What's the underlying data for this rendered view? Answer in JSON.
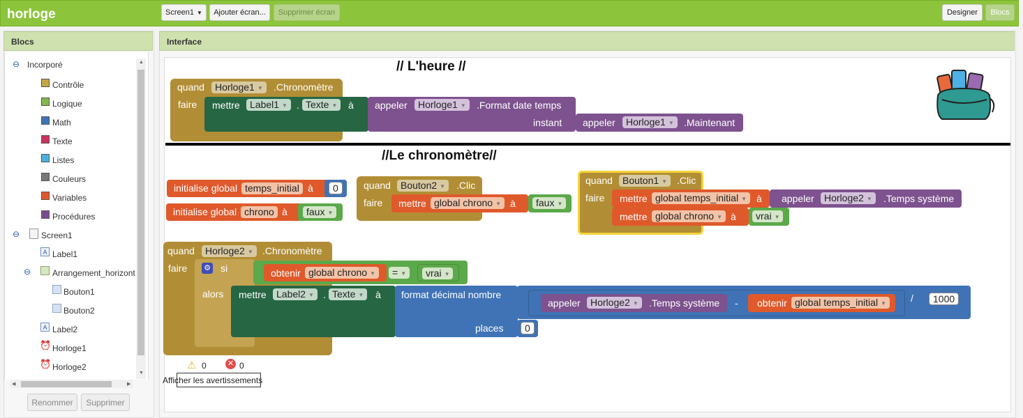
{
  "app": {
    "title": "horloge"
  },
  "toolbar": {
    "screen": "Screen1",
    "add_screen": "Ajouter écran...",
    "remove_screen": "Supprimer écran",
    "designer": "Designer",
    "blocks": "Blocs"
  },
  "blocks_panel": {
    "title": "Blocs",
    "builtin_label": "Incorporé",
    "builtin": [
      {
        "label": "Contrôle",
        "color": "#c6a545"
      },
      {
        "label": "Logique",
        "color": "#84b84e"
      },
      {
        "label": "Math",
        "color": "#3f73b5"
      },
      {
        "label": "Texte",
        "color": "#c8345e"
      },
      {
        "label": "Listes",
        "color": "#4fb0e0"
      },
      {
        "label": "Couleurs",
        "color": "#777777"
      },
      {
        "label": "Variables",
        "color": "#e0592b"
      },
      {
        "label": "Procédures",
        "color": "#7a4c92"
      }
    ],
    "screen": "Screen1",
    "components": {
      "label1": "Label1",
      "arrangement": "Arrangement_horizont",
      "bouton1": "Bouton1",
      "bouton2": "Bouton2",
      "label2": "Label2",
      "horloge1": "Horloge1",
      "horloge2": "Horloge2"
    },
    "rename": "Renommer",
    "delete": "Supprimer"
  },
  "interface": {
    "title": "Interface"
  },
  "colors": {
    "event": "#b18e35",
    "set": "#266643",
    "call": "#7d528e",
    "variable": "#e0592b",
    "math": "#3f73b5",
    "logic": "#5ba94a"
  },
  "kw": {
    "quand": "quand",
    "faire": "faire",
    "mettre": "mettre",
    "a": "à",
    "appeler": "appeler",
    "instant": "instant",
    "init": "initialise global",
    "obtenir": "obtenir",
    "si": "si",
    "alors": "alors",
    "format": "format décimal nombre",
    "places": "places",
    "dot": ".",
    "minus": "-",
    "div": "/",
    "eq": "="
  },
  "workspace": {
    "comment1": "//  L'heure  //",
    "comment2": "//Le chronomètre//",
    "horloge1": "Horloge1",
    "chronometre": ".Chronomètre",
    "label1": "Label1",
    "texte": "Texte",
    "format_date": ".Format date temps",
    "maintenant": ".Maintenant",
    "temps_initial": "temps_initial",
    "zero": "0",
    "chrono": "chrono",
    "faux": "faux",
    "vrai": "vrai",
    "bouton2": "Bouton2",
    "bouton1": "Bouton1",
    "clic": ".Clic",
    "global_chrono": "global chrono",
    "global_temps_initial": "global temps_initial",
    "horloge2": "Horloge2",
    "temps_systeme": ".Temps système",
    "label2": "Label2",
    "mille": "1000",
    "warnings": "0",
    "errors": "0",
    "show_warnings": "Afficher les avertissements"
  }
}
